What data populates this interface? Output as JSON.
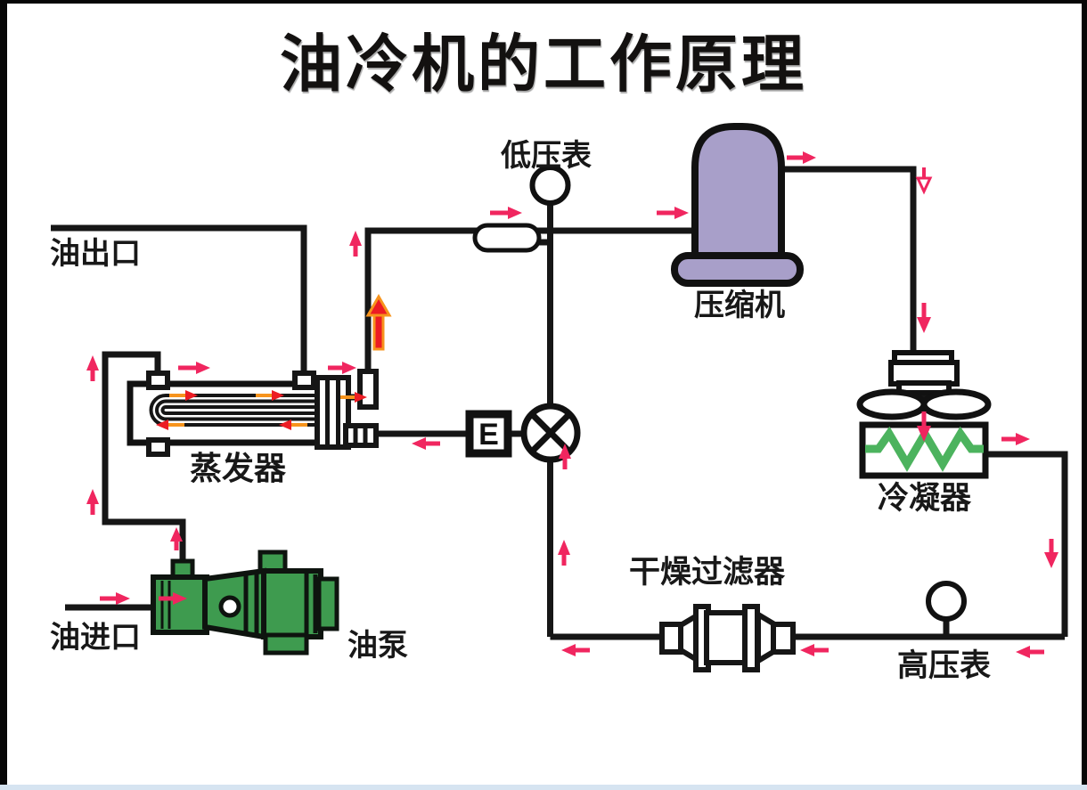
{
  "title": "油冷机的工作原理",
  "diagram": {
    "labels": {
      "low_pressure_gauge": "低压表",
      "compressor": "压缩机",
      "condenser": "冷凝器",
      "drier_filter": "干燥过滤器",
      "high_pressure_gauge": "高压表",
      "evaporator": "蒸发器",
      "oil_pump": "油泵",
      "oil_outlet": "油出口",
      "oil_inlet": "油进口",
      "expansion_valve_letter": "E"
    },
    "colors": {
      "pipe": "#161616",
      "compressor_fill": "#a89fc9",
      "oil_pump_fill": "#3e9b4f",
      "condenser_coil_green": "#4cb35e",
      "flow_arrow_pink": "#f0265f",
      "flow_arrow_orange": "#f7941d",
      "flow_arrow_red": "#ec1c24",
      "bottom_bar": "#d6e4f1"
    }
  }
}
